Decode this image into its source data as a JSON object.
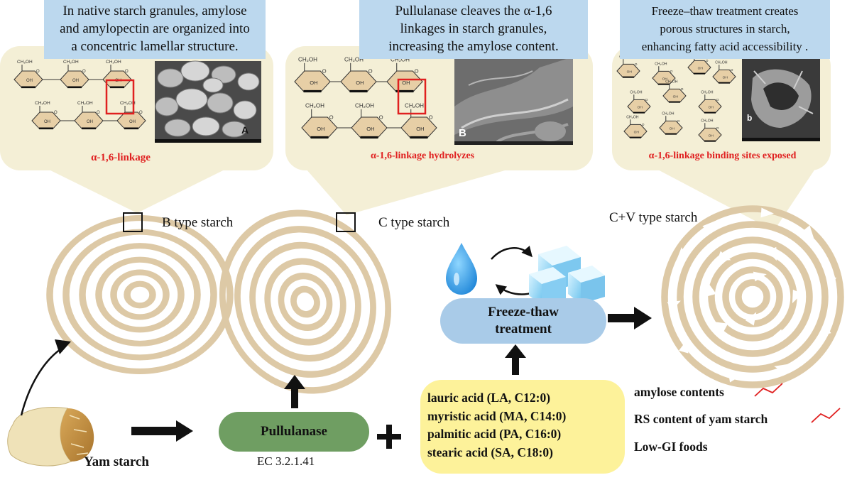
{
  "panels": {
    "native": {
      "caption": [
        "In native starch granules, amylose",
        "and amylopectin are organized into",
        "a concentric lamellar structure."
      ],
      "linkage_label": "α-1,6-linkage",
      "sem_letter": "A"
    },
    "pullulanase": {
      "caption": [
        "Pullulanase cleaves the α-1,6",
        "linkages in starch granules,",
        "increasing the amylose content."
      ],
      "linkage_label": "α-1,6-linkage hydrolyzes",
      "sem_letter": "B"
    },
    "freeze": {
      "caption": [
        "Freeze–thaw treatment creates",
        "porous structures in starch,",
        "enhancing fatty acid accessibility ."
      ],
      "linkage_label": "α-1,6-linkage binding sites exposed",
      "sem_letter": "b"
    }
  },
  "types": {
    "b": "B type starch",
    "c": "C type starch",
    "cv": "C+V  type starch"
  },
  "molecule_labels": {
    "ring_top": "CH₂OH",
    "oh": "OH",
    "o": "O"
  },
  "yam": {
    "label": "Yam starch"
  },
  "enzyme": {
    "name": "Pullulanase",
    "ec": "EC 3.2.1.41"
  },
  "freeze_thaw": {
    "line1": "Freeze-thaw",
    "line2": "treatment"
  },
  "fatty_acids": [
    "lauric acid (LA, C12:0)",
    "myristic acid (MA, C14:0)",
    "palmitic acid (PA, C16:0)",
    "stearic acid (SA, C18:0)"
  ],
  "effects": {
    "amylose": "amylose contents",
    "rs": "RS content of yam starch",
    "gi": "Low-GI foods"
  },
  "colors": {
    "caption_bg": "#bcd8ee",
    "panel_bg": "#f4efd6",
    "starch": "#ddc9a6",
    "highlight_red": "#e02020",
    "enzyme_pill": "#6f9e62",
    "freeze_pill": "#a9cbe8",
    "fatty_bg": "#fdf29a",
    "ice": "#8fd3f5"
  }
}
